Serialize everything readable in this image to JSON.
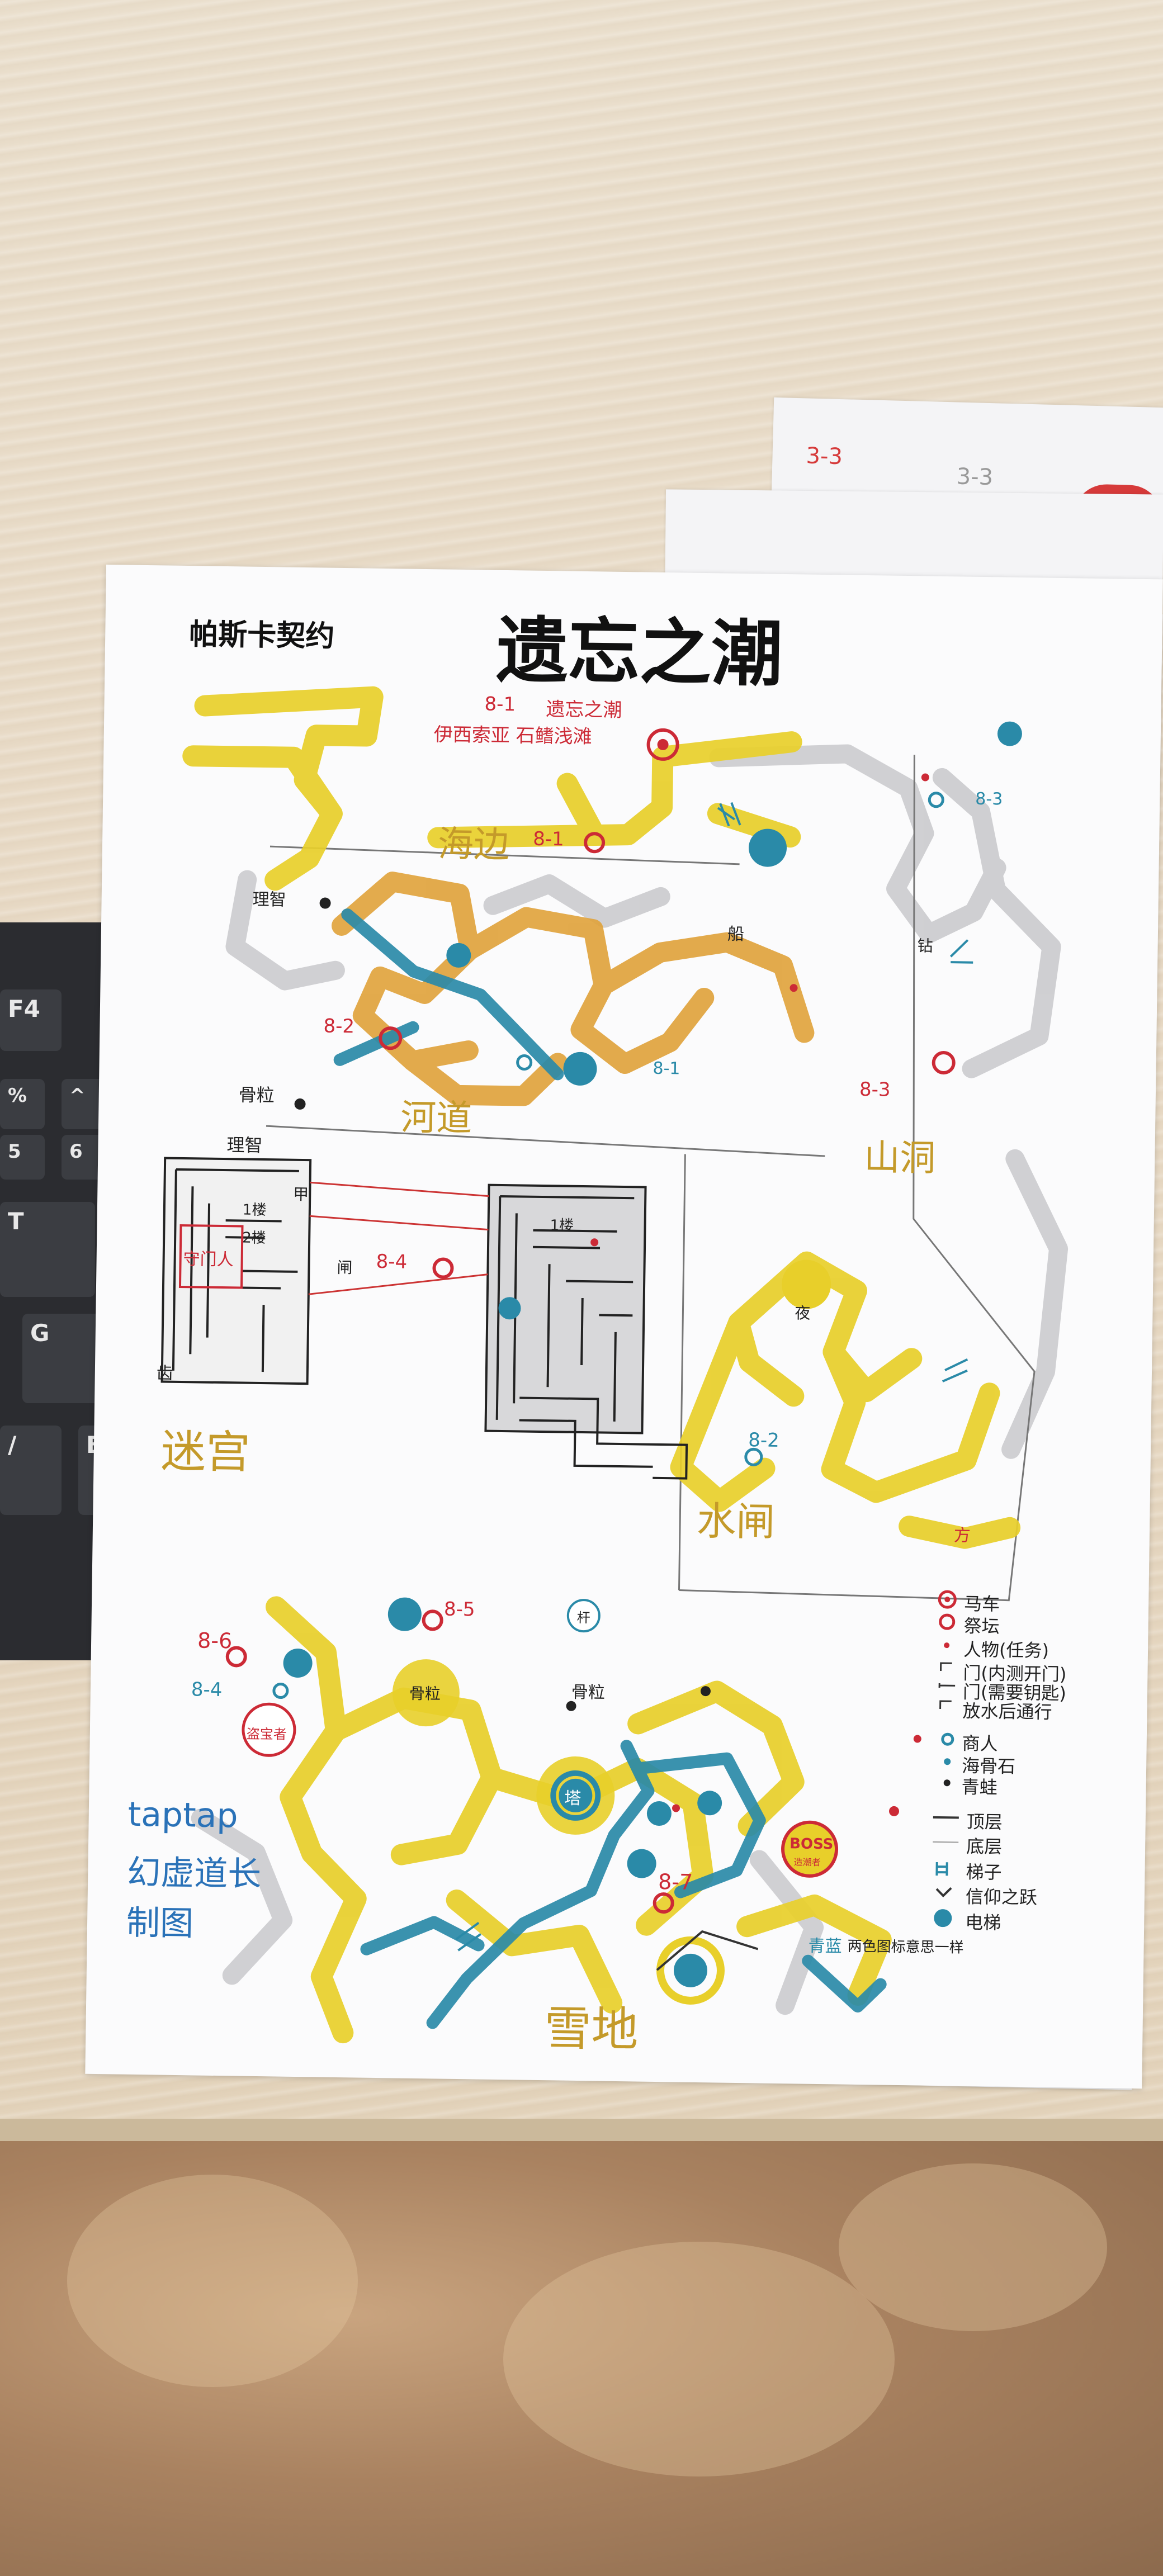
{
  "back_sheet": {
    "code_left": "3-3",
    "code_right": "3-3"
  },
  "keyboard": {
    "keys": [
      "F4",
      "%",
      "5",
      "^",
      "6",
      "T",
      "G",
      "/",
      "B"
    ]
  },
  "header": {
    "subtitle": "帕斯卡契约",
    "title": "遗忘之潮"
  },
  "stage": {
    "code": "8-1",
    "name": "遗忘之潮",
    "sub": "伊西索亚 石鳍浅滩"
  },
  "regions": {
    "seaside": "海边",
    "river": "河道",
    "cave": "山洞",
    "maze": "迷宫",
    "sluice": "水闸",
    "snow": "雪地"
  },
  "markers": {
    "m81a": "8-1",
    "m81b": "8-1",
    "m82a": "8-2",
    "m82b": "8-2",
    "m83a": "8-3",
    "m83b": "8-3",
    "m84a": "8-4",
    "m84b": "8-4",
    "m85": "8-5",
    "m86": "8-6",
    "m87": "8-7"
  },
  "labels": {
    "lizhi1": "理智",
    "lizhi2": "理智",
    "gulia": "骨粒",
    "gulib": "骨粒",
    "gulic": "骨粒",
    "chuan": "船",
    "zuan": "钻",
    "jia": "甲",
    "floor1a": "1楼",
    "floor2": "2楼",
    "floor1b": "1楼",
    "zha": "闸",
    "shoumen": "守门人",
    "chi": "齿",
    "ye": "夜",
    "fang": "方",
    "gan": "杆",
    "ta": "塔",
    "daobao": "盗宝者",
    "boss": "BOSS",
    "boss_sub": "造潮者"
  },
  "legend": {
    "items": [
      "马车",
      "祭坛",
      "人物(任务)",
      "门(内测开门)",
      "门(需要钥匙)",
      "放水后通行"
    ],
    "items2": [
      "商人",
      "海骨石",
      "青蛙"
    ],
    "items3": [
      "顶层",
      "底层",
      "梯子",
      "信仰之跃",
      "电梯"
    ],
    "note_blue": "青蓝",
    "note_rest": "两色图标意思一样"
  },
  "credit": {
    "line1": "taptap",
    "line2": "幻虚道长",
    "line3": "制图"
  },
  "colors": {
    "yellow": "#e8cf2a",
    "orange": "#e0a23a",
    "blue": "#2a8aa8",
    "red": "#cc2a36",
    "gray": "#bfbfc2",
    "region_text": "#c49a2a"
  }
}
